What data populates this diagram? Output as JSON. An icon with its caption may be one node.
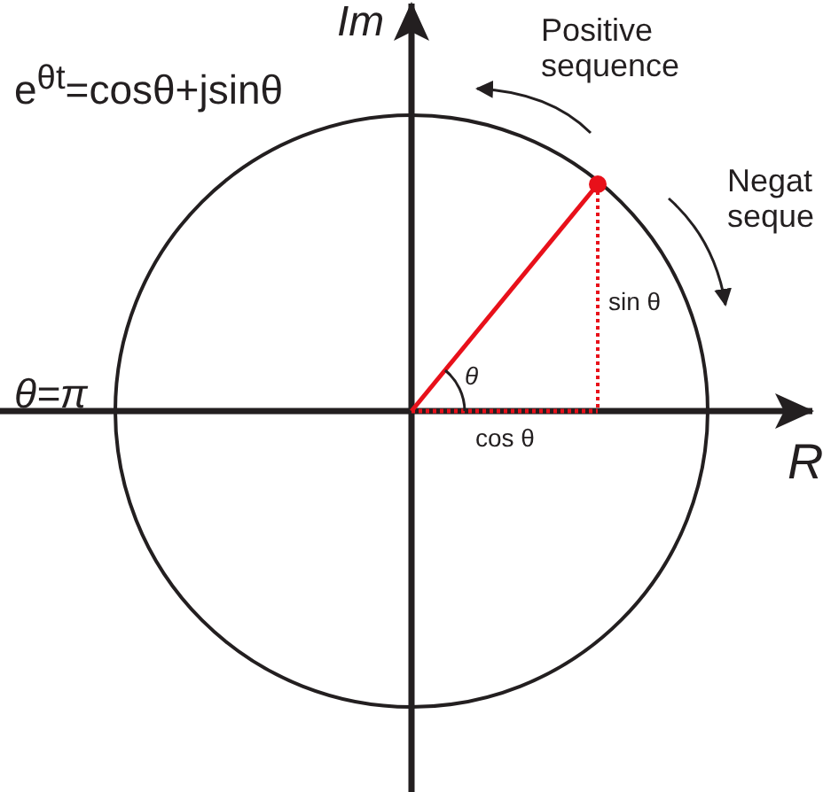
{
  "diagram": {
    "labels": [
      "Im",
      "Positive sequence",
      "e$^{θt}$=cosθ+jsinθ",
      "Negat seque",
      "sin θ",
      "θ",
      "θ=π",
      "cos θ",
      "R"
    ]
  }
}
